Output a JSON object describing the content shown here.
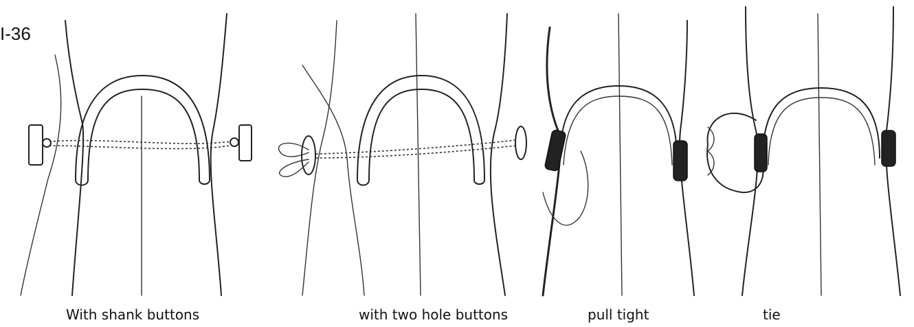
{
  "figure": {
    "label": "I-36",
    "panels": [
      {
        "id": "shank",
        "caption": "With shank buttons"
      },
      {
        "id": "two-hole",
        "caption": "with two hole buttons"
      },
      {
        "id": "pull",
        "caption": "pull tight"
      },
      {
        "id": "tie",
        "caption": "tie"
      }
    ]
  }
}
